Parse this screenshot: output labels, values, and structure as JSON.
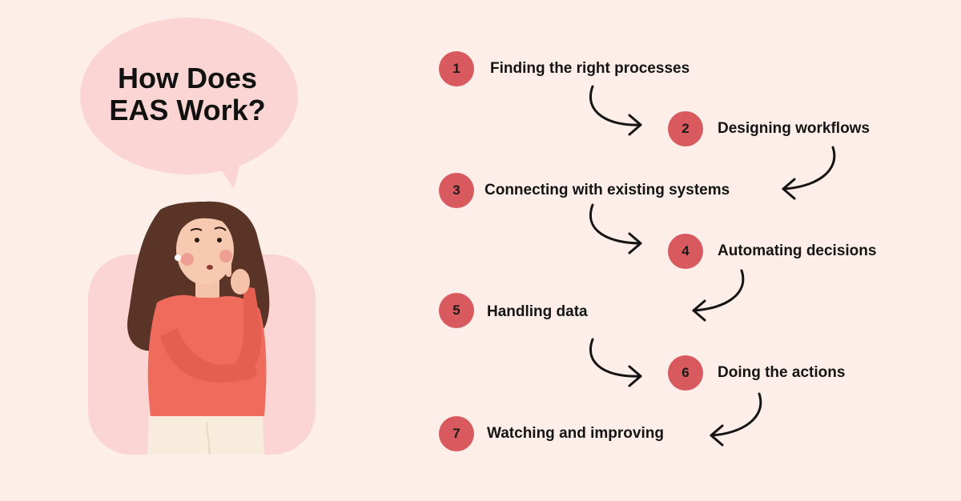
{
  "heading": {
    "line1": "How Does",
    "line2": "EAS Work?"
  },
  "steps": [
    {
      "number": "1",
      "label": "Finding the right processes"
    },
    {
      "number": "2",
      "label": "Designing workflows"
    },
    {
      "number": "3",
      "label": "Connecting with existing systems"
    },
    {
      "number": "4",
      "label": "Automating decisions"
    },
    {
      "number": "5",
      "label": "Handling data"
    },
    {
      "number": "6",
      "label": "Doing the actions"
    },
    {
      "number": "7",
      "label": "Watching and improving"
    }
  ],
  "colors": {
    "background": "#fdeeea",
    "bubble": "#fbd5d4",
    "badge": "#d95a5e",
    "arrow": "#141414",
    "shirt": "#ef6b5c"
  },
  "icons": {
    "illustration": "thinking-woman-illustration",
    "connector": "curved-arrow-icon"
  }
}
